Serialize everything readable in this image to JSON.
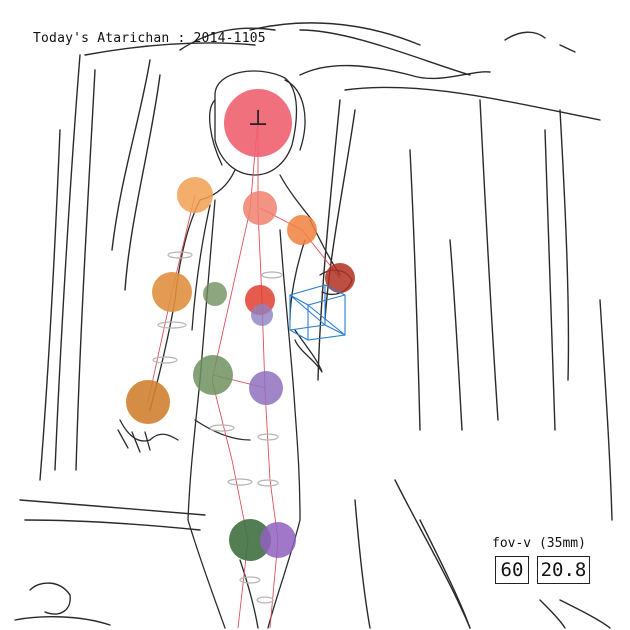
{
  "header": {
    "title": "Today's Atarichan : 2014-1105"
  },
  "fov": {
    "label": "fov-v (35mm)",
    "degrees": "60",
    "focal": "20.8"
  },
  "colors": {
    "background": "#ffffff",
    "sketch_line": "#2a2a2a",
    "spine_line": "#e0505a",
    "gizmo": "#2a7fd0",
    "ring": "#b5b5b5"
  },
  "joints": [
    {
      "name": "head",
      "color": "#f06070"
    },
    {
      "name": "neck",
      "color": "#f08070"
    },
    {
      "name": "shoulder-right",
      "color": "#f08040"
    },
    {
      "name": "hand-right",
      "color": "#b03020"
    },
    {
      "name": "shoulder-left",
      "color": "#f0a050"
    },
    {
      "name": "elbow-left",
      "color": "#e09040"
    },
    {
      "name": "hand-left",
      "color": "#d08030"
    },
    {
      "name": "chest",
      "color": "#e04030"
    },
    {
      "name": "waist",
      "color": "#9080c0"
    },
    {
      "name": "side",
      "color": "#709060"
    },
    {
      "name": "hip-left",
      "color": "#709060"
    },
    {
      "name": "hip-right",
      "color": "#9070c0"
    },
    {
      "name": "knee-left",
      "color": "#407040"
    },
    {
      "name": "knee-right",
      "color": "#9060c0"
    }
  ]
}
